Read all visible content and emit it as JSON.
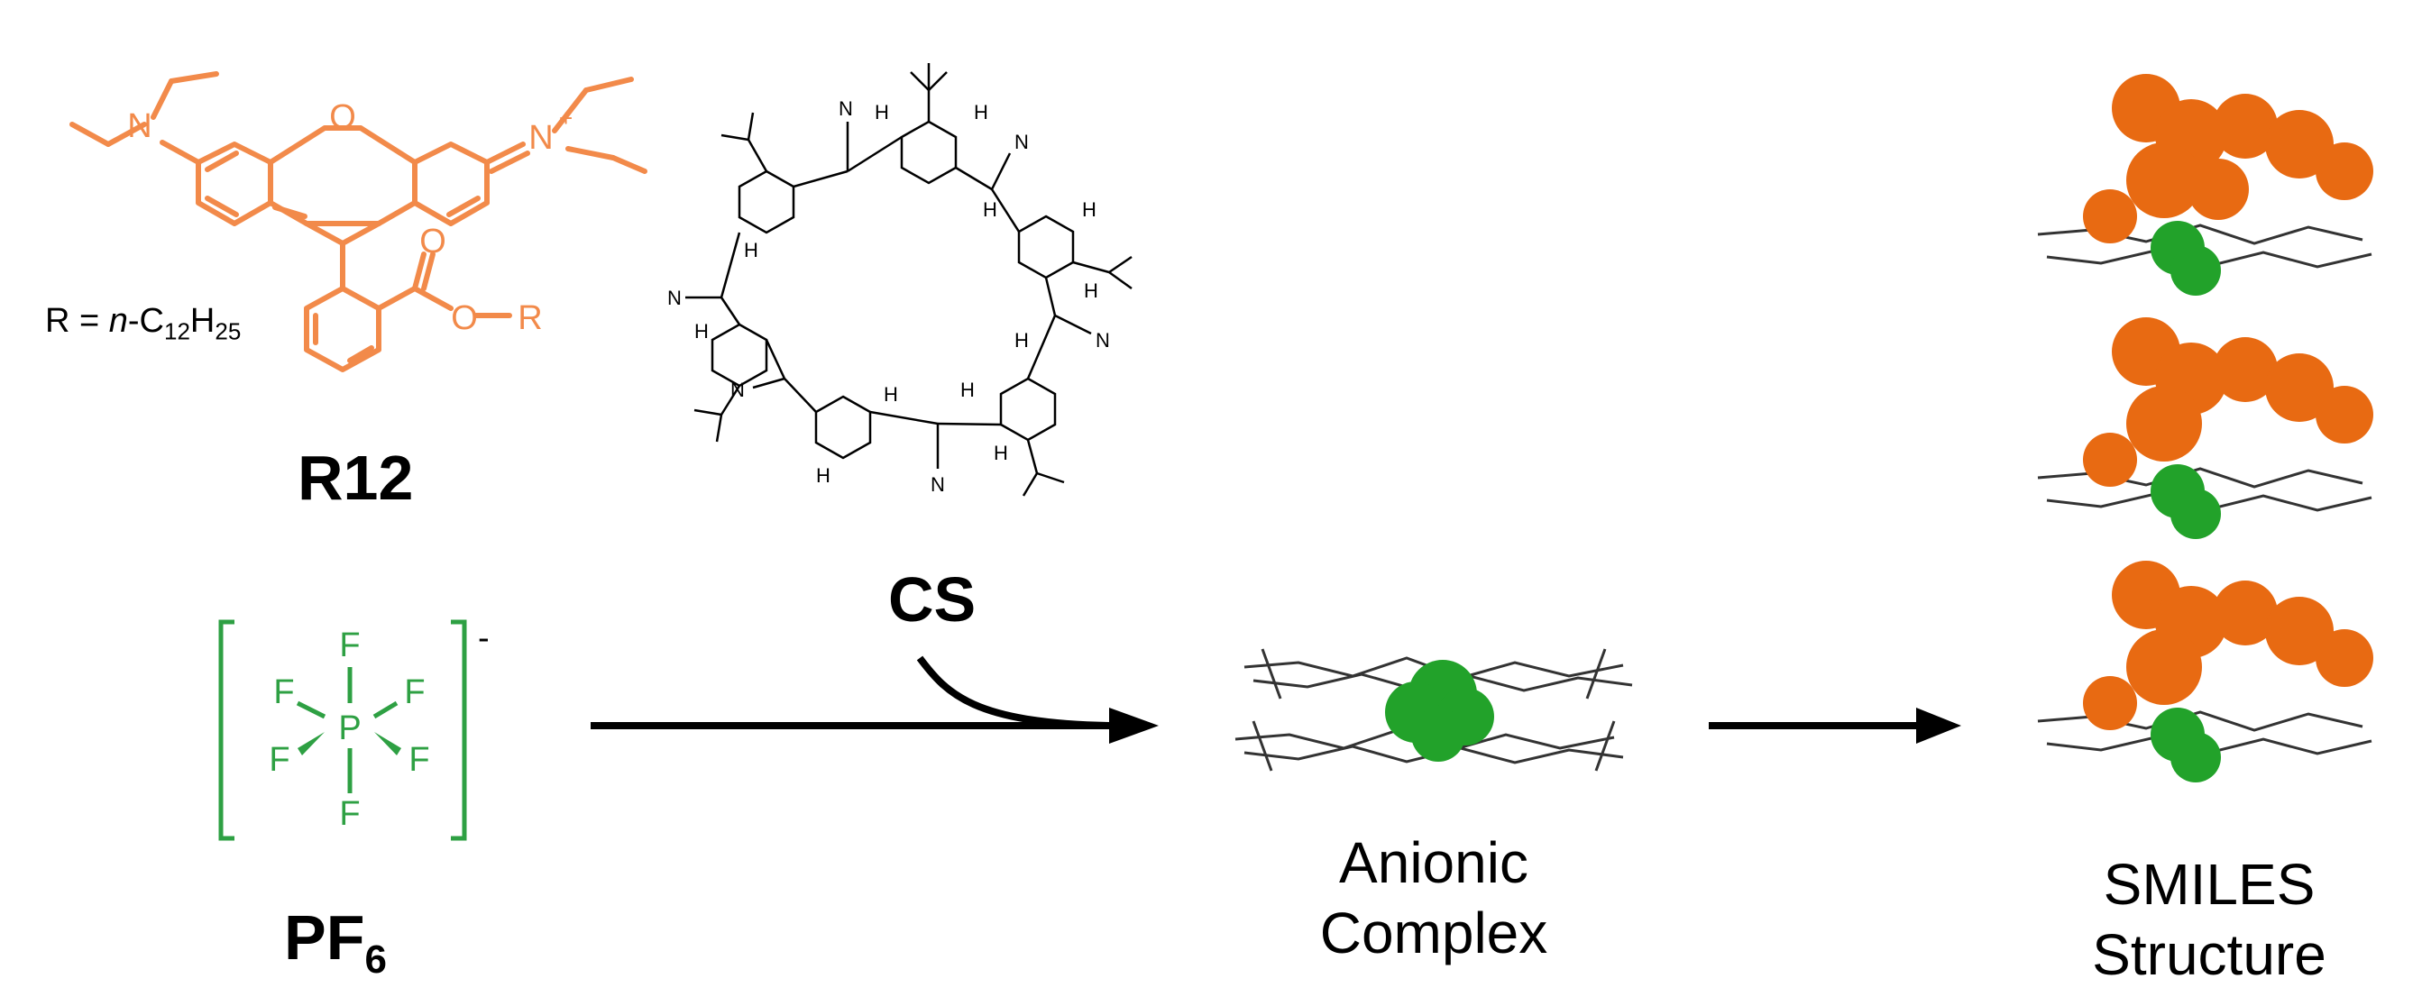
{
  "labels": {
    "r12": "R12",
    "cs": "CS",
    "pf6_main": "PF",
    "pf6_sub": "6",
    "r_def": {
      "prefix": "R = ",
      "n": "n",
      "c": "-C",
      "c_sub": "12",
      "h": "H",
      "h_sub": "25"
    },
    "anionic_line1": "Anionic",
    "anionic_line2": "Complex",
    "smiles_line1": "SMILES",
    "smiles_line2": "Structure"
  },
  "atoms": {
    "n": "N",
    "n_plus": "N",
    "plus": "+",
    "o": "O",
    "r": "R",
    "h": "H",
    "cn": "N",
    "f": "F",
    "p": "P",
    "minus": "-"
  },
  "colors": {
    "orange": "#f28a4a",
    "green": "#2ea043",
    "sphere_orange": "#e86a12",
    "sphere_green": "#22a22a",
    "black": "#000000"
  },
  "icons": [
    "arrow-right-icon",
    "curved-arrow-icon",
    "molecule-icon"
  ]
}
